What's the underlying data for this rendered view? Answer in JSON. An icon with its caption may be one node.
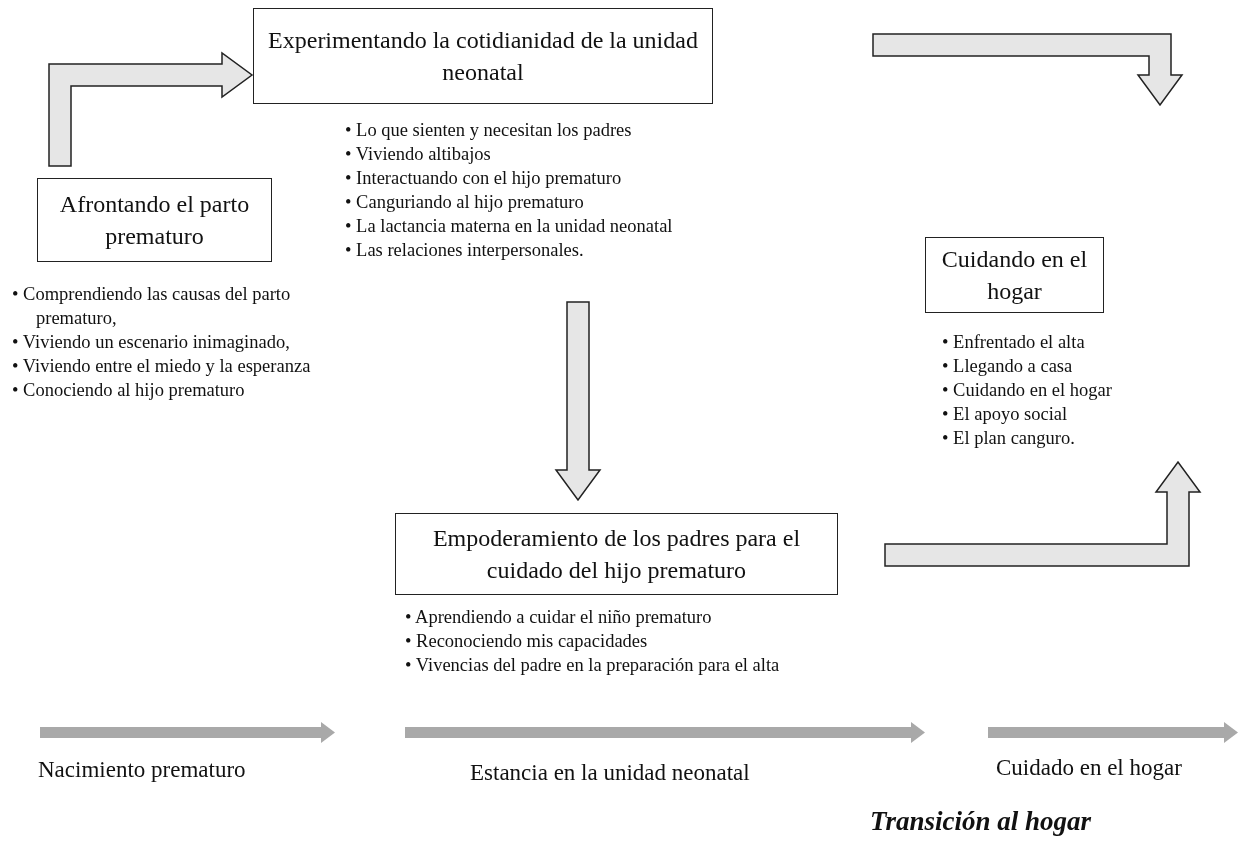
{
  "diagram": {
    "nodes": [
      {
        "text": [
          "Afrontando el parto prematuro"
        ],
        "beside": [
          "• Comprendiendo las causas del parto prematuro,",
          "• Viviendo un escenario inimaginado,",
          "• Viviendo entre el miedo y la esperanza",
          "• Conociendo al hijo prematuro"
        ]
      },
      {
        "text": [
          "Experimentando la cotidianidad de la unidad neonatal"
        ],
        "beside": [
          "• Lo que sienten y necesitan los padres",
          "• Viviendo altibajos",
          "• Interactuando con el hijo prematuro",
          "• Canguriando al hijo prematuro",
          "• La lactancia materna en la unidad neonatal",
          "• Las relaciones interpersonales."
        ]
      },
      {
        "text": [
          "Empoderamiento de los padres para el cuidado del hijo prematuro"
        ],
        "beside": [
          "• Aprendiendo a cuidar el niño prematuro",
          "• Reconociendo mis capacidades",
          "• Vivencias del padre en la preparación para el alta"
        ]
      },
      {
        "text": [
          "Cuidando en el hogar"
        ],
        "beside": [
          "• Enfrentado el alta",
          "• Llegando a casa",
          "• Cuidando en el hogar",
          "• El apoyo social",
          "• El plan canguro."
        ]
      }
    ],
    "edges": [
      {
        "from": 0,
        "to": 1,
        "arrow": "to"
      },
      {
        "from": 1,
        "to": 2,
        "arrow": "to"
      },
      {
        "from": 1,
        "to": 3,
        "arrow": "to"
      },
      {
        "from": 2,
        "to": 3,
        "arrow": "to"
      }
    ],
    "labels": [
      "Nacimiento prematuro",
      "Estancia en la unidad neonatal",
      "Cuidado en el hogar",
      "Transición al hogar"
    ]
  }
}
